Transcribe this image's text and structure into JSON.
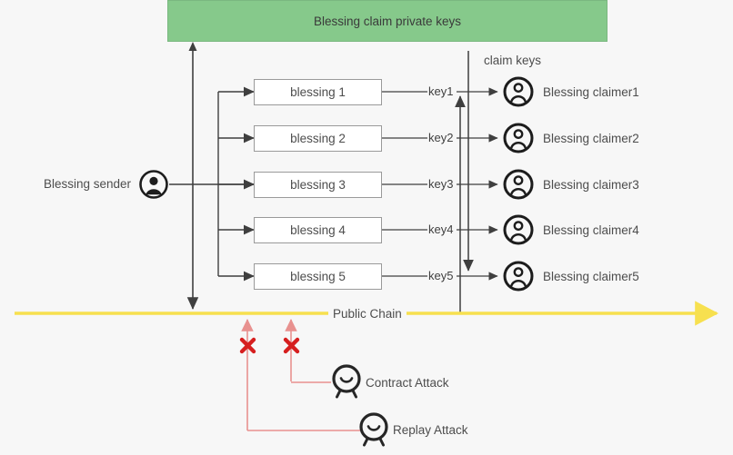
{
  "diagram": {
    "title_box": {
      "label": "Blessing claim private keys",
      "color": "#86c98b"
    },
    "sender": {
      "label": "Blessing sender",
      "icon": "person-filled-icon"
    },
    "blessings": [
      {
        "label": "blessing 1",
        "key": "key1",
        "claimer": "Blessing claimer1"
      },
      {
        "label": "blessing 2",
        "key": "key2",
        "claimer": "Blessing claimer2"
      },
      {
        "label": "blessing 3",
        "key": "key3",
        "claimer": "Blessing claimer3"
      },
      {
        "label": "blessing 4",
        "key": "key4",
        "claimer": "Blessing claimer4"
      },
      {
        "label": "blessing 5",
        "key": "key5",
        "claimer": "Blessing claimer5"
      }
    ],
    "claim_keys_label": "claim keys",
    "public_chain": {
      "label": "Public Chain",
      "color": "#f7e04f"
    },
    "attacks": [
      {
        "label": "Contract Attack",
        "icon": "robot-attack-icon",
        "mark": "✕",
        "mark_color": "#d61f1f"
      },
      {
        "label": "Replay Attack",
        "icon": "robot-attack-icon",
        "mark": "✕",
        "mark_color": "#d61f1f"
      }
    ],
    "accent_colors": {
      "arrow_dark": "#3f3f3f",
      "attack_red": "#e8918f",
      "cross_red": "#d61f1f"
    }
  }
}
